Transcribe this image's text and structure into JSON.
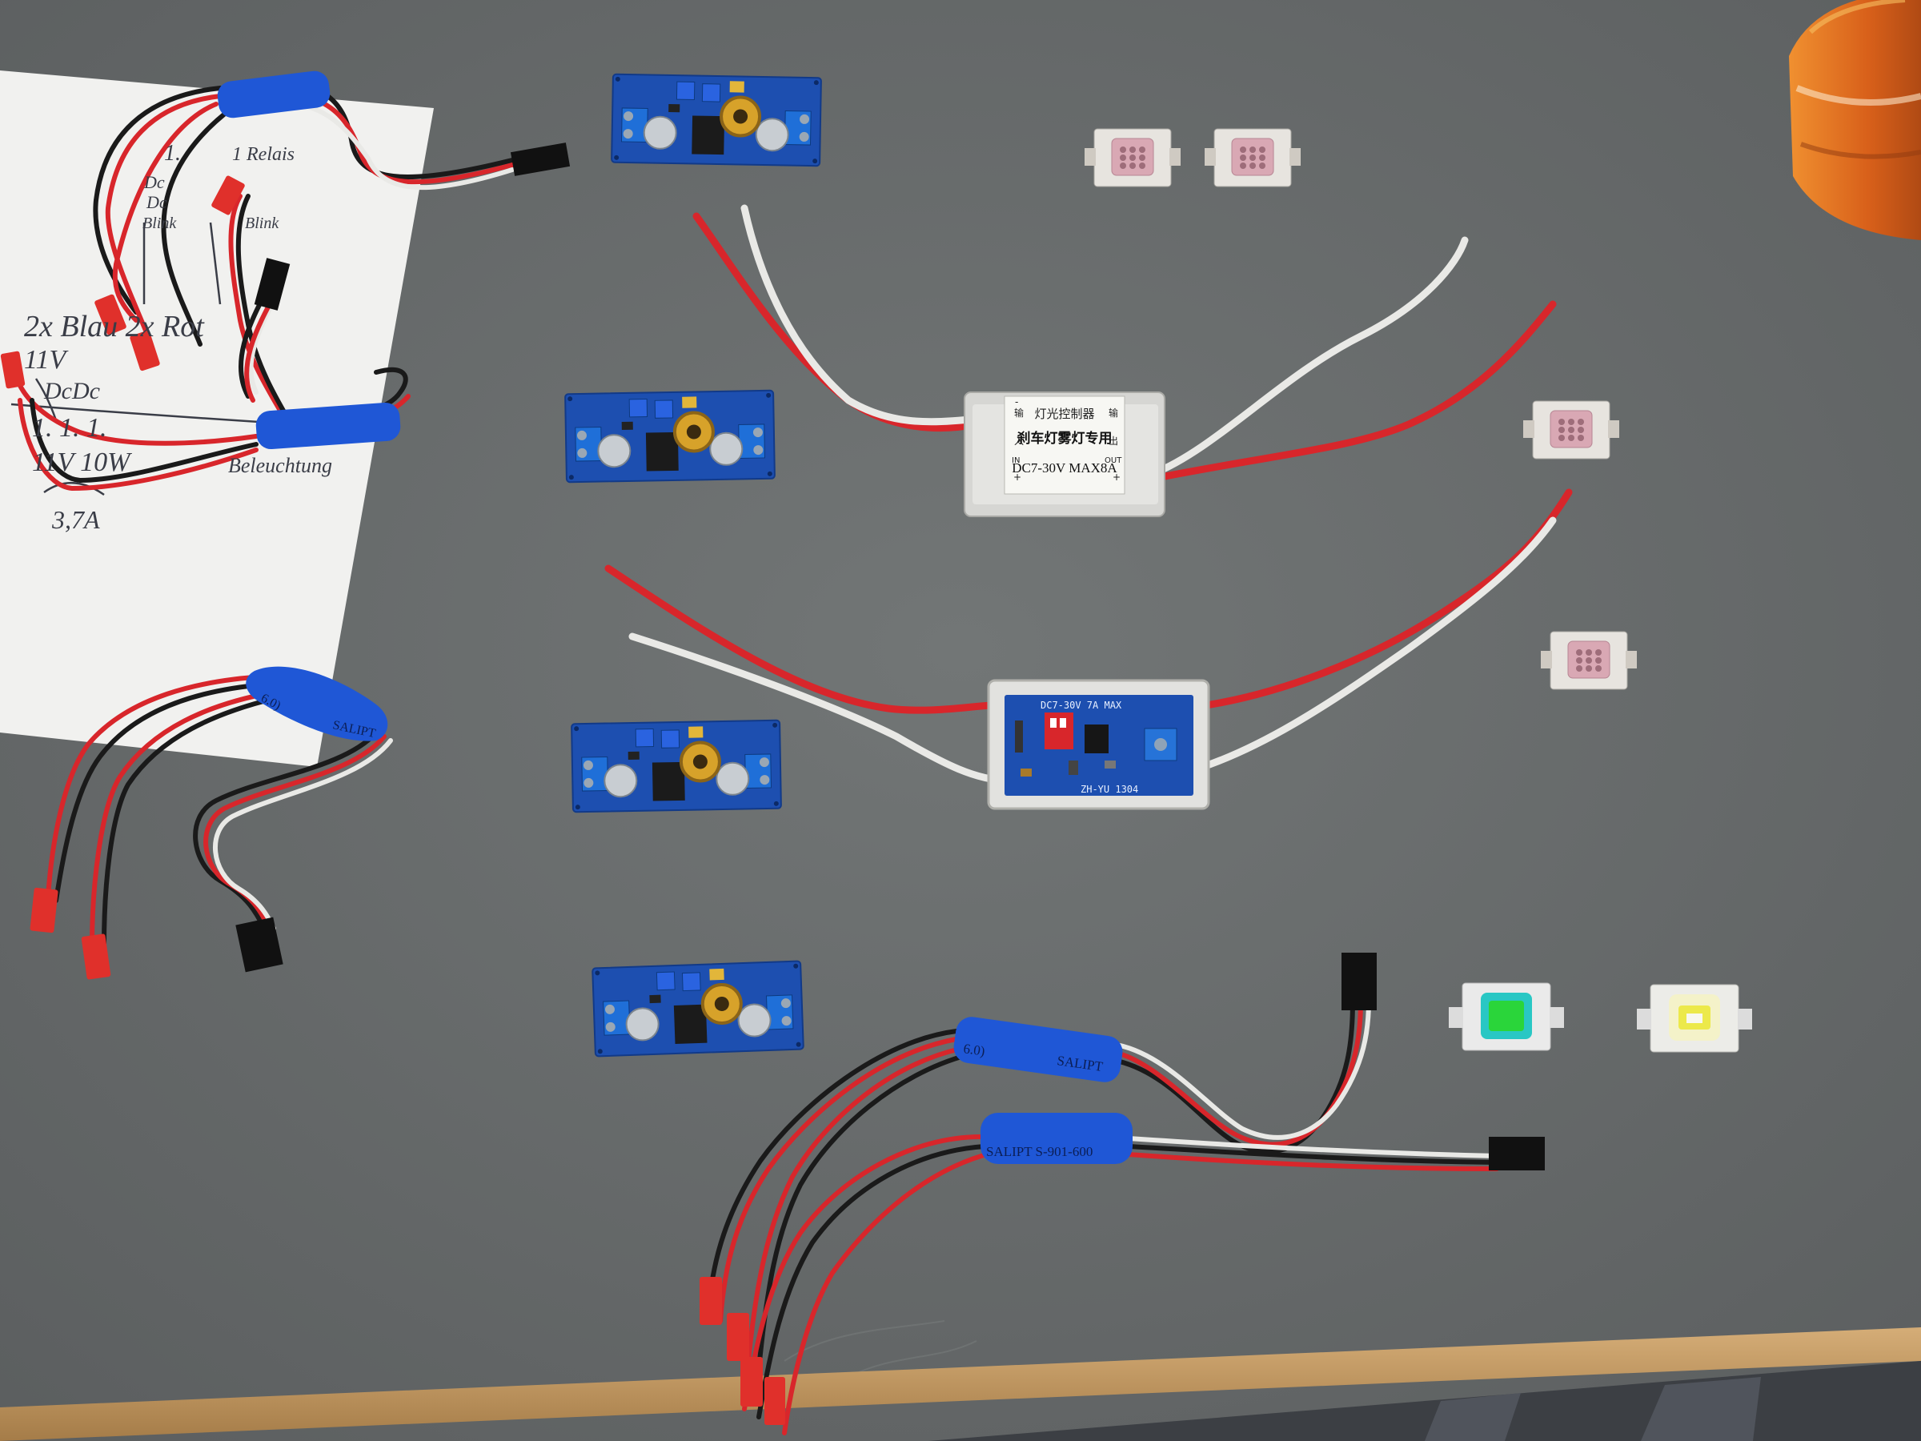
{
  "photo": {
    "colors": {
      "table": "#6b6e6e",
      "paper": "#f1f1ef",
      "wire_red": "#d8262b",
      "wire_white": "#e9e9e6",
      "heatshrink_blue": "#1f57d6",
      "pcb_blue": "#1d4fb0",
      "table_edge_wood": "#c9a06a",
      "can_orange": "#e4741d"
    },
    "paper_note": {
      "line1a": "1.",
      "line1b": "1 Relais",
      "line2a": "Dc",
      "line2b": "Dc",
      "line3a": "Blink",
      "line3b": "Blink",
      "line4": "2x Blau 2x Rot",
      "line5": "11V",
      "line6": "DcDc",
      "line7": "1.  1.  1.",
      "line8a": "11V 10W",
      "line8b": "Beleuchtung",
      "line9": "3,7A"
    },
    "controller_enclosure": {
      "header": "灯光控制器",
      "main": "刹车灯雾灯专用",
      "spec": "DC7-30V MAX8A",
      "left_top": "输",
      "left_mid": "入",
      "left_bot": "IN",
      "right_top": "输",
      "right_mid": "出",
      "right_bot": "OUT",
      "minus": "-",
      "plus": "+"
    },
    "open_controller_pcb": {
      "spec": "DC7-30V 7A MAX",
      "maker": "ZH-YU 1304"
    },
    "switch_labels": {
      "switch_left_1": "6.0)",
      "switch_left_1_brand": "SALIPT",
      "switch_bottom_1": "6.0)",
      "switch_bottom_1_brand": "SALIPT",
      "switch_bottom_2": "SALIPT  S-901-600"
    }
  }
}
